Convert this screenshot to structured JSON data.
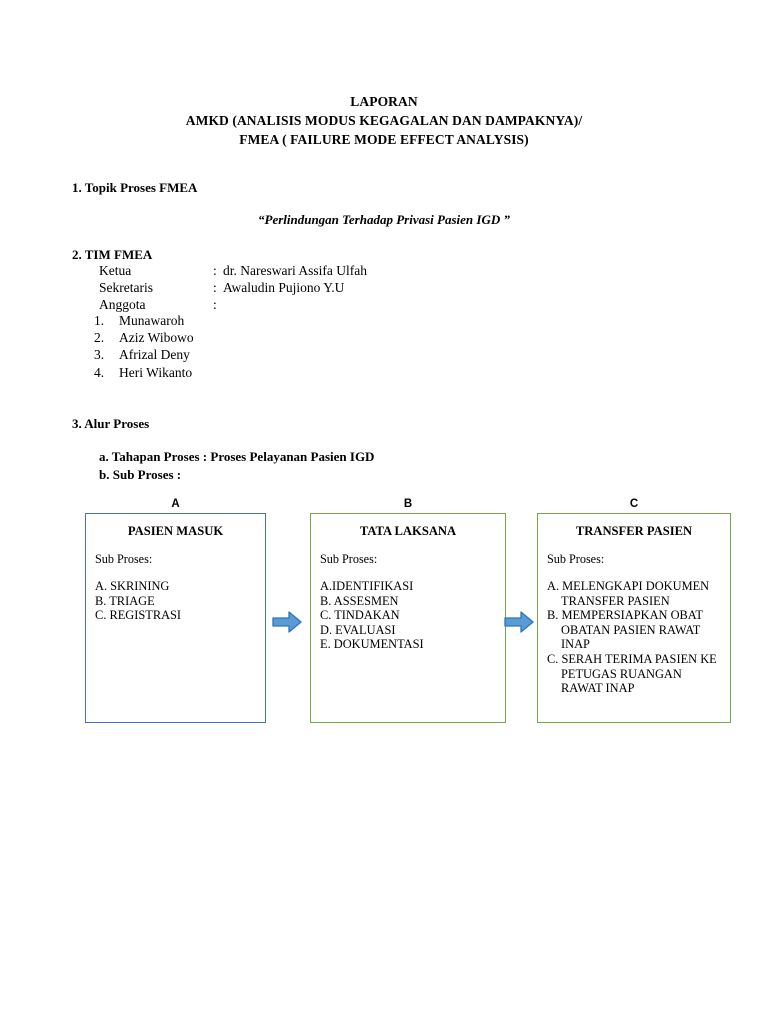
{
  "document": {
    "title_lines": [
      "LAPORAN",
      "AMKD (ANALISIS MODUS KEGAGALAN DAN DAMPAKNYA)/",
      "FMEA ( FAILURE MODE EFFECT ANALYSIS)"
    ]
  },
  "section1": {
    "heading": "1. Topik Proses FMEA",
    "topic": "“Perlindungan Terhadap Privasi Pasien IGD ”"
  },
  "section2": {
    "heading": "2. TIM FMEA",
    "roles": [
      {
        "role": "Ketua",
        "colon": ":",
        "name": "dr. Nareswari Assifa Ulfah"
      },
      {
        "role": "Sekretaris",
        "colon": ":",
        "name": "Awaludin Pujiono Y.U"
      },
      {
        "role": "Anggota",
        "colon": ":",
        "name": ""
      }
    ],
    "members": [
      {
        "num": "1.",
        "name": "Munawaroh"
      },
      {
        "num": "2.",
        "name": "Aziz Wibowo"
      },
      {
        "num": "3.",
        "name": "Afrizal Deny"
      },
      {
        "num": "4.",
        "name": "Heri Wikanto"
      }
    ]
  },
  "section3": {
    "heading": "3. Alur Proses",
    "sub_a": "a. Tahapan Proses : Proses Pelayanan Pasien IGD",
    "sub_b": "b. Sub Proses :"
  },
  "flow": {
    "colors": {
      "blue_border": "#4472C4",
      "green_border": "#70AD47",
      "arrow_fill": "#5B9BD5",
      "arrow_stroke": "#2E75B6"
    },
    "boxes": [
      {
        "label": "A",
        "title": "PASIEN MASUK",
        "sub_label": "Sub Proses:",
        "items": [
          "A. SKRINING",
          "B. TRIAGE",
          "C. REGISTRASI"
        ]
      },
      {
        "label": "B",
        "title": "TATA LAKSANA",
        "sub_label": "Sub Proses:",
        "items": [
          "A.IDENTIFIKASI",
          "B. ASSESMEN",
          "C. TINDAKAN",
          "D. EVALUASI",
          "E. DOKUMENTASI"
        ]
      },
      {
        "label": "C",
        "title": "TRANSFER PASIEN",
        "sub_label": "Sub Proses:",
        "items": [
          "A. MELENGKAPI DOKUMEN TRANSFER PASIEN",
          "B. MEMPERSIAPKAN OBAT OBATAN PASIEN RAWAT INAP",
          "C. SERAH TERIMA PASIEN KE PETUGAS RUANGAN RAWAT INAP"
        ]
      }
    ],
    "arrows": [
      {
        "name": "arrow-a-to-b"
      },
      {
        "name": "arrow-b-to-c"
      }
    ]
  }
}
